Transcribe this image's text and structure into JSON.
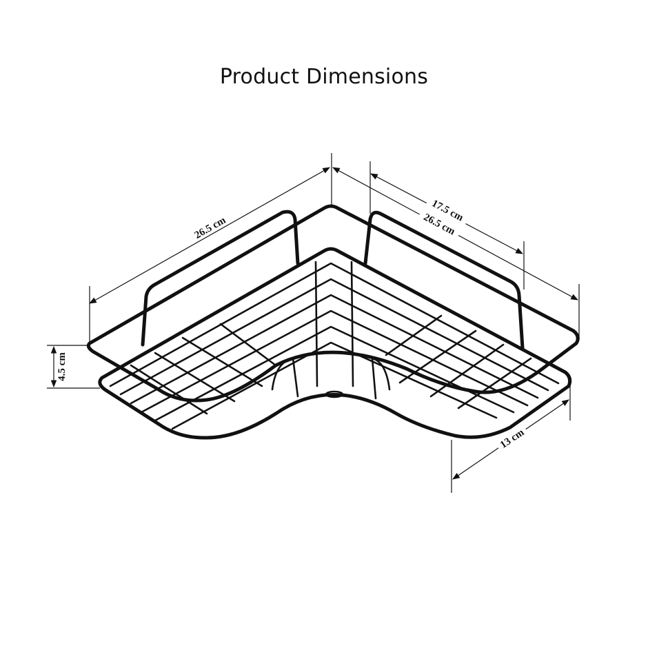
{
  "title": "Product Dimensions",
  "dimensions": {
    "left_length": "26.5 cm",
    "back_inner_length": "17.5 cm",
    "right_length": "26.5 cm",
    "height": "4.5 cm",
    "depth": "13 cm"
  },
  "colors": {
    "background": "#ffffff",
    "line": "#111111"
  }
}
